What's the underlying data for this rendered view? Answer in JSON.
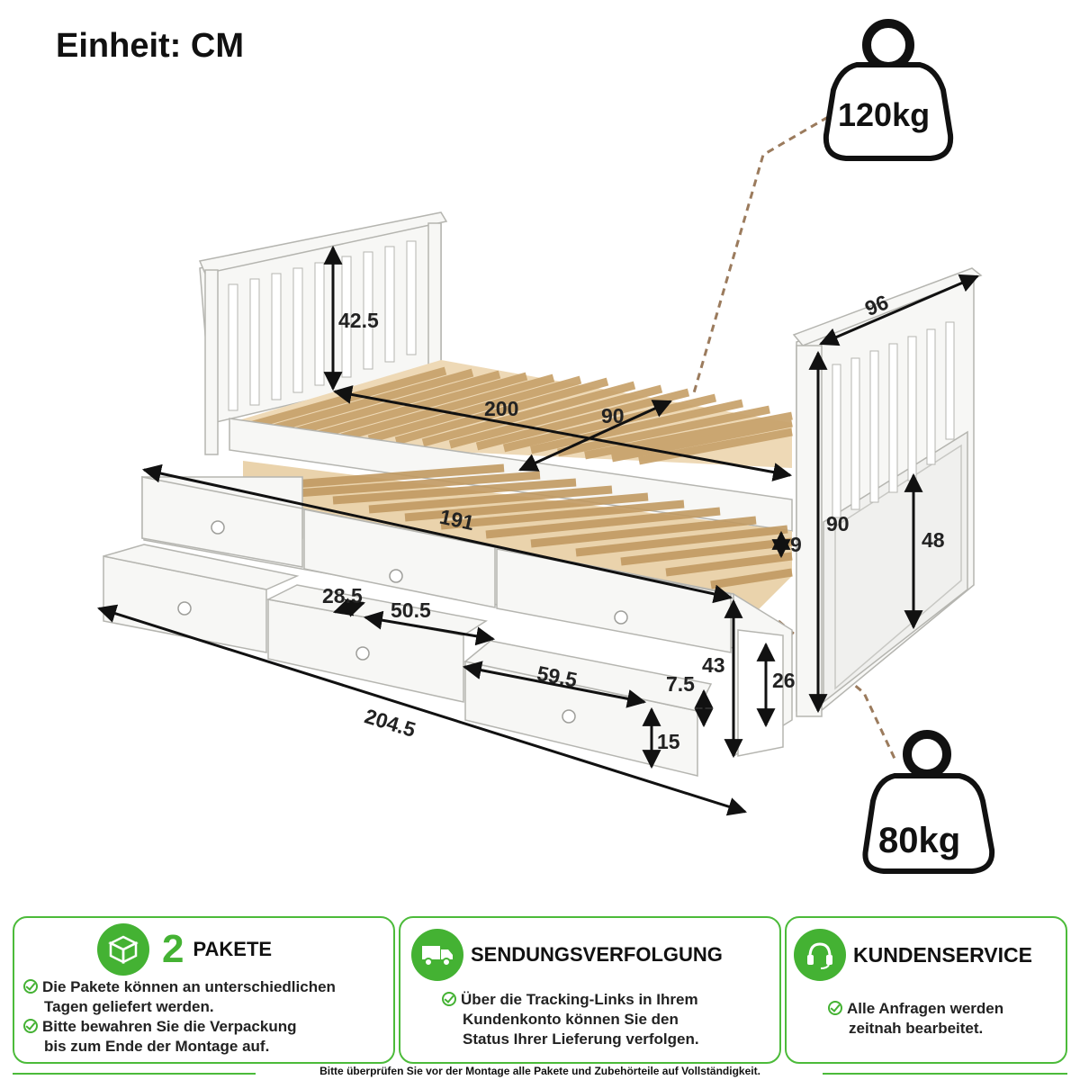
{
  "unit_title": "Einheit: CM",
  "weights": {
    "top": "120kg",
    "bottom": "80kg"
  },
  "dimensions": {
    "headboard_rail_height": "42.5",
    "bed_length": "200",
    "bed_width": "90",
    "end_panel_width": "96",
    "trundle_length": "191",
    "trundle_gap": "9",
    "end_panel_total_height": "90",
    "end_panel_lower_height": "48",
    "drawer_side": "28.5",
    "drawer_front": "50.5",
    "drawer_width": "59.5",
    "trundle_height": "43",
    "trundle_side_height": "26",
    "drawer_lip": "7.5",
    "drawer_height": "15",
    "total_length": "204.5"
  },
  "cards": {
    "packages": {
      "number": "2",
      "title": "PAKETE",
      "icon": "package-icon",
      "lines": [
        "Die Pakete können an unterschiedlichen",
        "Tagen geliefert werden.",
        "Bitte bewahren Sie die Verpackung",
        "bis zum Ende der Montage auf."
      ]
    },
    "tracking": {
      "title": "SENDUNGSVERFOLGUNG",
      "icon": "delivery-truck-icon",
      "lines": [
        "Über die Tracking-Links in Ihrem",
        "Kundenkonto können Sie den",
        "Status Ihrer Lieferung verfolgen."
      ]
    },
    "service": {
      "title": "KUNDENSERVICE",
      "icon": "headset-icon",
      "lines": [
        "Alle Anfragen werden",
        "zeitnah bearbeitet."
      ]
    }
  },
  "footer_note": "Bitte überprüfen Sie vor der Montage alle Pakete und Zubehörteile auf Vollständigkeit.",
  "colors": {
    "accent_green": "#44b233",
    "card_border": "#4cbb3a",
    "wood_slat": "#e6c89a",
    "furniture_white": "#f7f7f5"
  }
}
